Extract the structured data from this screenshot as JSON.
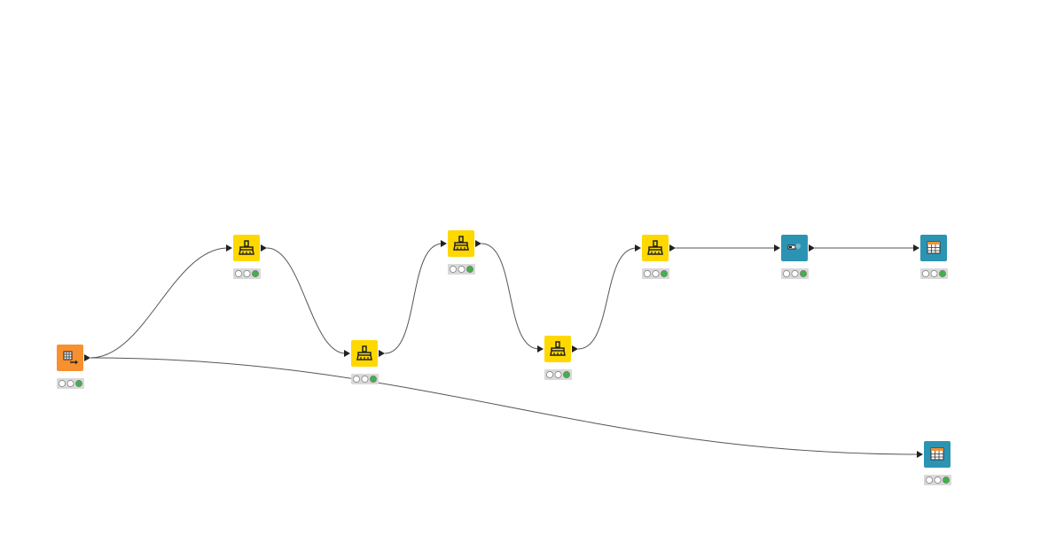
{
  "colors": {
    "source": "#F7902F",
    "manipulator": "#FFD800",
    "other": "#2C94B3",
    "view": "#2C94B3",
    "edge": "#555555",
    "status_ok": "#3DB446",
    "status_bg": "#D9D9D9"
  },
  "nodes": [
    {
      "id": "reader",
      "kind": "source",
      "icon": "table-reader-icon",
      "status": "executed"
    },
    {
      "id": "clean1",
      "kind": "manipulator",
      "icon": "broom-icon",
      "status": "executed"
    },
    {
      "id": "clean2",
      "kind": "manipulator",
      "icon": "broom-icon",
      "status": "executed"
    },
    {
      "id": "clean3",
      "kind": "manipulator",
      "icon": "broom-icon",
      "status": "executed"
    },
    {
      "id": "clean4",
      "kind": "manipulator",
      "icon": "broom-icon",
      "status": "executed"
    },
    {
      "id": "clean5",
      "kind": "manipulator",
      "icon": "broom-icon",
      "status": "executed"
    },
    {
      "id": "transform",
      "kind": "other",
      "icon": "toggle-transform-icon",
      "status": "executed"
    },
    {
      "id": "view1",
      "kind": "view",
      "icon": "table-view-icon",
      "status": "executed"
    },
    {
      "id": "view2",
      "kind": "view",
      "icon": "table-view-icon",
      "status": "executed"
    }
  ],
  "edges": [
    [
      "reader",
      "clean1"
    ],
    [
      "clean1",
      "clean2"
    ],
    [
      "clean2",
      "clean3"
    ],
    [
      "clean3",
      "clean4"
    ],
    [
      "clean4",
      "clean5"
    ],
    [
      "clean5",
      "transform"
    ],
    [
      "transform",
      "view1"
    ],
    [
      "reader",
      "view2"
    ]
  ]
}
